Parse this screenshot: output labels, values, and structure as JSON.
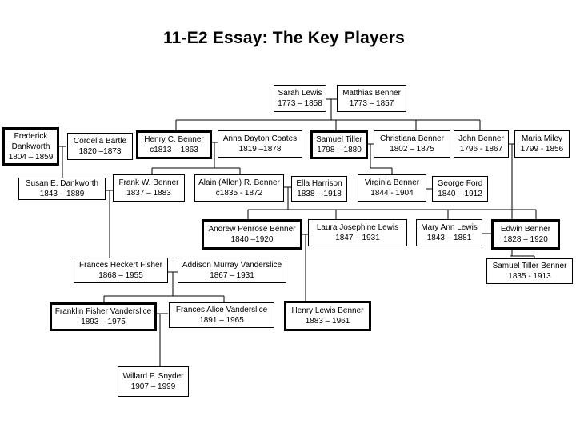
{
  "title": "11-E2 Essay: The Key Players",
  "people": {
    "sarah_lewis": {
      "name": "Sarah Lewis",
      "dates": "1773 – 1858"
    },
    "matthias_benner": {
      "name": "Matthias Benner",
      "dates": "1773 – 1857"
    },
    "frederick_dankworth": {
      "name": "Frederick Dankworth",
      "dates": "1804 – 1859"
    },
    "cordelia_bartle": {
      "name": "Cordelia Bartle",
      "dates": "1820 –1873"
    },
    "henry_benner": {
      "name": "Henry C. Benner",
      "dates": "c1813 – 1863"
    },
    "anna_coates": {
      "name": "Anna Dayton Coates",
      "dates": "1819 –1878"
    },
    "samuel_tiller": {
      "name": "Samuel Tiller",
      "dates": "1798 – 1880"
    },
    "christiana_benner": {
      "name": "Christiana Benner",
      "dates": "1802 – 1875"
    },
    "john_benner": {
      "name": "John Benner",
      "dates": "1796 - 1867"
    },
    "maria_miley": {
      "name": "Maria Miley",
      "dates": "1799 - 1856"
    },
    "susan_dankworth": {
      "name": "Susan E. Dankworth",
      "dates": "1843 – 1889"
    },
    "frank_benner": {
      "name": "Frank W. Benner",
      "dates": "1837 – 1883"
    },
    "alain_benner": {
      "name": "Alain (Allen) R. Benner",
      "dates": "c1835 - 1872"
    },
    "ella_harrison": {
      "name": "Ella Harrison",
      "dates": "1838 – 1918"
    },
    "virginia_benner": {
      "name": "Virginia Benner",
      "dates": "1844 - 1904"
    },
    "george_ford": {
      "name": "George Ford",
      "dates": "1840 – 1912"
    },
    "andrew_benner": {
      "name": "Andrew Penrose Benner",
      "dates": "1840 –1920"
    },
    "laura_lewis": {
      "name": "Laura Josephine Lewis",
      "dates": "1847 – 1931"
    },
    "mary_ann_lewis": {
      "name": "Mary Ann Lewis",
      "dates": "1843 – 1881"
    },
    "edwin_benner": {
      "name": "Edwin Benner",
      "dates": "1828 – 1920"
    },
    "samuel_tiller_benner": {
      "name": "Samuel Tiller Benner",
      "dates": "1835 - 1913"
    },
    "frances_fisher": {
      "name": "Frances Heckert Fisher",
      "dates": "1868 – 1955"
    },
    "addison_vanderslice": {
      "name": "Addison Murray Vanderslice",
      "dates": "1867 – 1931"
    },
    "franklin_vanderslice": {
      "name": "Franklin Fisher Vanderslice",
      "dates": "1893 – 1975"
    },
    "frances_alice_vanderslice": {
      "name": "Frances Alice Vanderslice",
      "dates": "1891 – 1965"
    },
    "henry_lewis_benner": {
      "name": "Henry Lewis Benner",
      "dates": "1883 – 1961"
    },
    "willard_snyder": {
      "name": "Willard P. Snyder",
      "dates": "1907 – 1999"
    }
  }
}
